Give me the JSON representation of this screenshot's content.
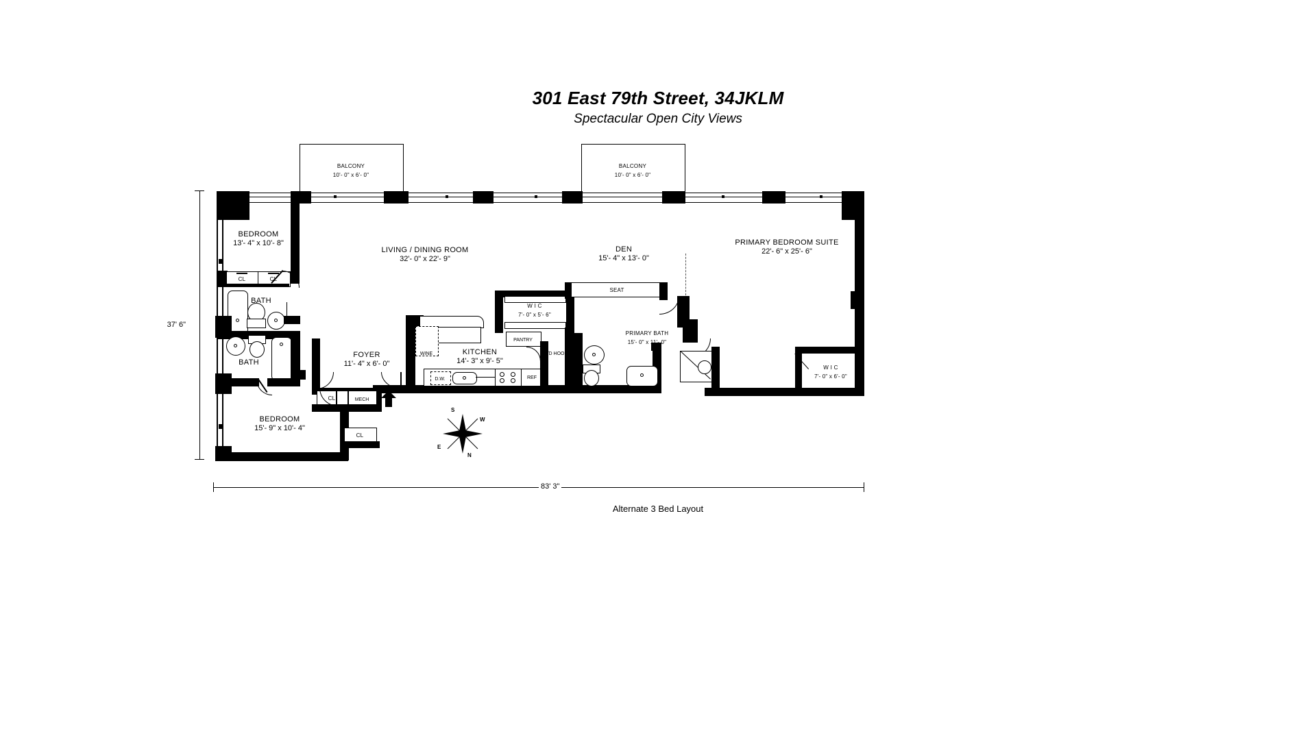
{
  "header": {
    "title": "301 East 79th Street, 34JKLM",
    "subtitle": "Spectacular Open City Views",
    "caption": "Alternate 3 Bed Layout"
  },
  "dimensions": {
    "height_label": "37' 6\"",
    "width_label": "83' 3\""
  },
  "compass": {
    "n": "N",
    "s": "S",
    "e": "E",
    "w": "W"
  },
  "rooms": [
    {
      "key": "balcony_left",
      "name": "BALCONY",
      "dims": "10'- 0\" x 6'- 0\""
    },
    {
      "key": "balcony_right",
      "name": "BALCONY",
      "dims": "10'- 0\" x 6'- 0\""
    },
    {
      "key": "bedroom_top",
      "name": "BEDROOM",
      "dims": "13'- 4\" x 10'- 8\""
    },
    {
      "key": "bedroom_bottom",
      "name": "BEDROOM",
      "dims": "15'- 9\" x 10'- 4\""
    },
    {
      "key": "living_dining",
      "name": "LIVING / DINING ROOM",
      "dims": "32'- 0\" x 22'- 9\""
    },
    {
      "key": "den",
      "name": "DEN",
      "dims": "15'- 4\" x 13'- 0\""
    },
    {
      "key": "primary_bedroom",
      "name": "PRIMARY BEDROOM SUITE",
      "dims": "22'- 6\" x 25'- 6\""
    },
    {
      "key": "primary_bath",
      "name": "PRIMARY BATH",
      "dims": "15'- 0\" x 11'- 0\""
    },
    {
      "key": "wic_den",
      "name": "W I C",
      "dims": "7'- 0\" x 5'- 6\""
    },
    {
      "key": "wic_primary",
      "name": "W I C",
      "dims": "7'- 0\" x 6'- 0\""
    },
    {
      "key": "kitchen",
      "name": "KITCHEN",
      "dims": "14'- 3\" x 9'- 5\""
    },
    {
      "key": "foyer",
      "name": "FOYER",
      "dims": "11'- 4\" x 6'- 0\""
    },
    {
      "key": "bath_upper",
      "name": "BATH",
      "dims": ""
    },
    {
      "key": "bath_lower",
      "name": "BATH",
      "dims": ""
    }
  ],
  "annotations": {
    "closet_1": "CL",
    "closet_2": "CL",
    "closet_foyer": "CL",
    "closet_bedroom_bottom": "CL",
    "mech": "MECH",
    "wine": "WINE",
    "pantry": "PANTRY",
    "seat": "SEAT",
    "dishwasher": "D.W.",
    "refrigerator": "REF",
    "wd_hookup": "W/D HOOK- UP"
  }
}
